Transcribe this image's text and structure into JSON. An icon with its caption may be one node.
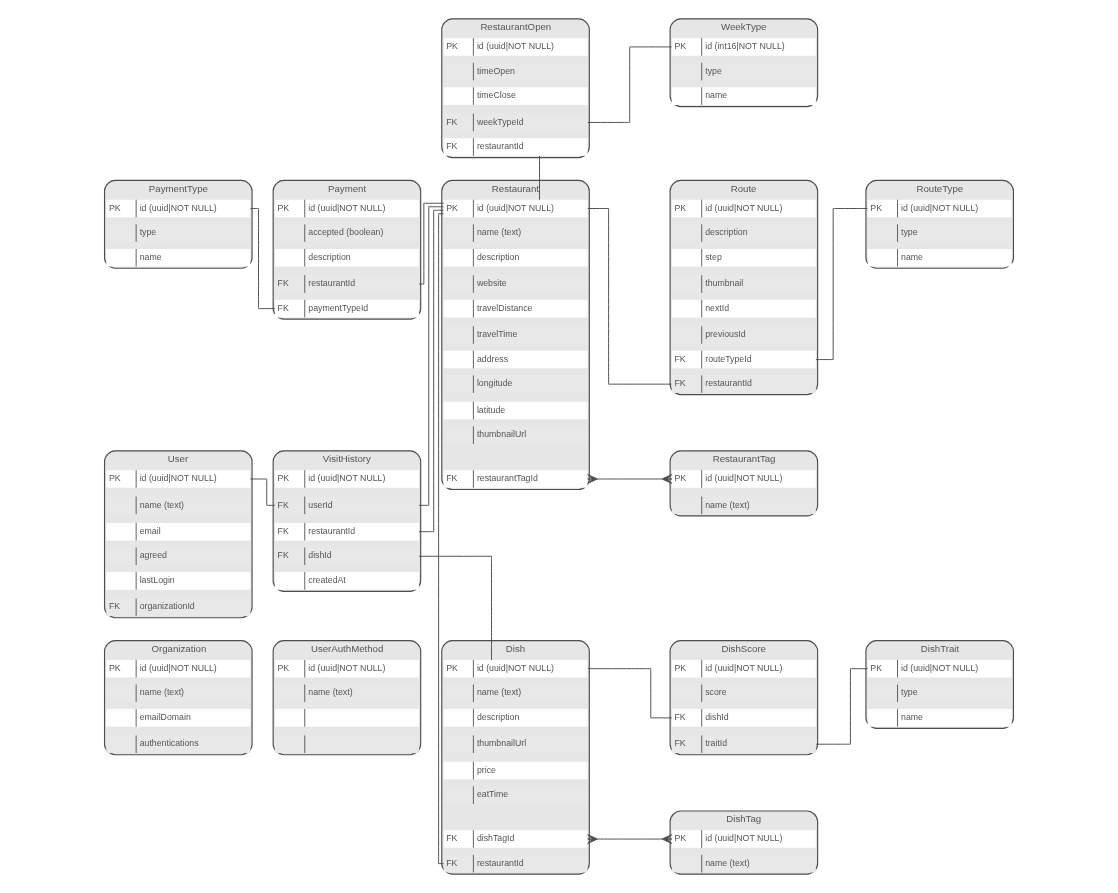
{
  "diagram": {
    "nodes": [
      {
        "text": [
          "RestaurantOpen"
        ]
      },
      {
        "text": [
          "PK",
          "id (uuid|NOT NULL)"
        ],
        "in": 0
      },
      {
        "text": [
          "timeOpen"
        ],
        "in": 0
      },
      {
        "text": [
          "timeClose"
        ],
        "in": 0
      },
      {
        "text": [
          "FK",
          "weekTypeId"
        ],
        "in": 0
      },
      {
        "text": [
          "FK",
          "restaurantId"
        ],
        "in": 0
      },
      {
        "text": [
          "WeekType"
        ]
      },
      {
        "text": [
          "PK",
          "id (int16|NOT NULL)"
        ],
        "in": 6
      },
      {
        "text": [
          "type"
        ],
        "in": 6
      },
      {
        "text": [
          "name"
        ],
        "in": 6
      },
      {
        "text": [
          "PaymentType"
        ]
      },
      {
        "text": [
          "PK",
          "id (uuid|NOT NULL)"
        ],
        "in": 10
      },
      {
        "text": [
          "type"
        ],
        "in": 10
      },
      {
        "text": [
          "name"
        ],
        "in": 10
      },
      {
        "text": [
          "Payment"
        ]
      },
      {
        "text": [
          "PK",
          "id (uuid|NOT NULL)"
        ],
        "in": 14
      },
      {
        "text": [
          "accepted (boolean)"
        ],
        "in": 14
      },
      {
        "text": [
          "description"
        ],
        "in": 14
      },
      {
        "text": [
          "FK",
          "restaurantId"
        ],
        "in": 14
      },
      {
        "text": [
          "FK",
          "paymentTypeId"
        ],
        "in": 14
      },
      {
        "text": [
          "Restaurant"
        ]
      },
      {
        "text": [
          "PK",
          "id (uuid|NOT NULL)"
        ],
        "in": 20
      },
      {
        "text": [
          "name (text)"
        ],
        "in": 20
      },
      {
        "text": [
          "description"
        ],
        "in": 20
      },
      {
        "text": [
          "website"
        ],
        "in": 20
      },
      {
        "text": [
          "travelDistance"
        ],
        "in": 20
      },
      {
        "text": [
          "travelTime"
        ],
        "in": 20
      },
      {
        "text": [
          "address"
        ],
        "in": 20
      },
      {
        "text": [
          "longitude"
        ],
        "in": 20
      },
      {
        "text": [
          "latitude"
        ],
        "in": 20
      },
      {
        "text": [
          "thumbnailUrl"
        ],
        "in": 20
      },
      {
        "text": [
          "FK",
          "restaurantTagId"
        ],
        "in": 20
      },
      {
        "text": [
          "Route"
        ]
      },
      {
        "text": [
          "PK",
          "id (uuid|NOT NULL)"
        ],
        "in": 32
      },
      {
        "text": [
          "description"
        ],
        "in": 32
      },
      {
        "text": [
          "step"
        ],
        "in": 32
      },
      {
        "text": [
          "thumbnail"
        ],
        "in": 32
      },
      {
        "text": [
          "nextId"
        ],
        "in": 32
      },
      {
        "text": [
          "previousId"
        ],
        "in": 32
      },
      {
        "text": [
          "FK",
          "routeTypeId"
        ],
        "in": 32
      },
      {
        "text": [
          "FK",
          "restaurantId"
        ],
        "in": 32
      },
      {
        "text": [
          "RouteType"
        ]
      },
      {
        "text": [
          "PK",
          "id (uuid|NOT NULL)"
        ],
        "in": 41
      },
      {
        "text": [
          "type"
        ],
        "in": 41
      },
      {
        "text": [
          "name"
        ],
        "in": 41
      },
      {
        "text": [
          "User"
        ]
      },
      {
        "text": [
          "PK",
          "id (uuid|NOT NULL)"
        ],
        "in": 45
      },
      {
        "text": [
          "name (text)"
        ],
        "in": 45
      },
      {
        "text": [
          "email"
        ],
        "in": 45
      },
      {
        "text": [
          "agreed"
        ],
        "in": 45
      },
      {
        "text": [
          "lastLogin"
        ],
        "in": 45
      },
      {
        "text": [
          "FK",
          "organizationId"
        ],
        "in": 45
      },
      {
        "text": [
          "VisitHistory"
        ]
      },
      {
        "text": [
          "PK",
          "id (uuid|NOT NULL)"
        ],
        "in": 52
      },
      {
        "text": [
          "FK",
          "userId"
        ],
        "in": 52
      },
      {
        "text": [
          "FK",
          "restaurantId"
        ],
        "in": 52
      },
      {
        "text": [
          "FK",
          "dishId"
        ],
        "in": 52
      },
      {
        "text": [
          "createdAt"
        ],
        "in": 52
      },
      {
        "text": [
          "RestaurantTag"
        ]
      },
      {
        "text": [
          "PK",
          "id (uuid|NOT NULL)"
        ],
        "in": 58
      },
      {
        "text": [
          "name (text)"
        ],
        "in": 58
      },
      {
        "text": [
          "Organization"
        ]
      },
      {
        "text": [
          "PK",
          "id (uuid|NOT NULL)"
        ],
        "in": 61
      },
      {
        "text": [
          "name (text)"
        ],
        "in": 61
      },
      {
        "text": [
          "emailDomain"
        ],
        "in": 61
      },
      {
        "text": [
          "authentications"
        ],
        "in": 61
      },
      {
        "text": [
          "UserAuthMethod"
        ]
      },
      {
        "text": [
          "PK",
          "id (uuid|NOT NULL)"
        ],
        "in": 66
      },
      {
        "text": [
          "name (text)"
        ],
        "in": 66
      },
      {
        "text": [],
        "shape": "box",
        "in": 66
      },
      {
        "text": [],
        "shape": "box",
        "in": 66
      },
      {
        "text": [
          "Dish"
        ]
      },
      {
        "text": [
          "PK",
          "id (uuid|NOT NULL)"
        ],
        "in": 71
      },
      {
        "text": [
          "name (text)"
        ],
        "in": 71
      },
      {
        "text": [
          "description"
        ],
        "in": 71
      },
      {
        "text": [
          "thumbnailUrl"
        ],
        "in": 71
      },
      {
        "text": [
          "price"
        ],
        "in": 71
      },
      {
        "text": [
          "eatTime"
        ],
        "in": 71
      },
      {
        "text": [
          "FK",
          "dishTagId"
        ],
        "in": 71
      },
      {
        "text": [
          "FK",
          "restaurantId"
        ],
        "in": 71
      },
      {
        "text": [
          "DishScore"
        ]
      },
      {
        "text": [
          "PK",
          "id (uuid|NOT NULL)"
        ],
        "in": 80
      },
      {
        "text": [
          "score"
        ],
        "in": 80
      },
      {
        "text": [
          "FK",
          "dishId"
        ],
        "in": 80
      },
      {
        "text": [
          "FK",
          "traitId"
        ],
        "in": 80
      },
      {
        "text": [
          "DishTrait"
        ]
      },
      {
        "text": [
          "PK",
          "id (uuid|NOT NULL)"
        ],
        "in": 85
      },
      {
        "text": [
          "type"
        ],
        "in": 85
      },
      {
        "text": [
          "name"
        ],
        "in": 85
      },
      {
        "text": [
          "DishTag"
        ]
      },
      {
        "text": [
          "PK",
          "id (uuid|NOT NULL)"
        ],
        "in": 89
      },
      {
        "text": [
          "name (text)"
        ],
        "in": 89
      }
    ],
    "edges": [
      {
        "from": 11,
        "to": 19,
        "arrow": "none"
      },
      {
        "from": 18,
        "to": 21,
        "arrow": "none"
      },
      {
        "from": 4,
        "to": 7,
        "arrow": "none"
      },
      {
        "from": 5,
        "to": 21,
        "arrow": "none"
      },
      {
        "from": 21,
        "to": 40,
        "arrow": "none"
      },
      {
        "from": 39,
        "to": 42,
        "arrow": "none"
      },
      {
        "from": 31,
        "to": 59,
        "arrow": "other"
      },
      {
        "from": 46,
        "to": 54,
        "arrow": "none"
      },
      {
        "from": 54,
        "to": 21,
        "arrow": "none"
      },
      {
        "from": 55,
        "to": 21,
        "arrow": "none"
      },
      {
        "from": 56,
        "to": 72,
        "arrow": "none"
      },
      {
        "from": 79,
        "to": 21,
        "arrow": "none"
      },
      {
        "from": 72,
        "to": 83,
        "arrow": "none"
      },
      {
        "from": 84,
        "to": 86,
        "arrow": "none"
      },
      {
        "from": 78,
        "to": 90,
        "arrow": "other"
      }
    ]
  }
}
